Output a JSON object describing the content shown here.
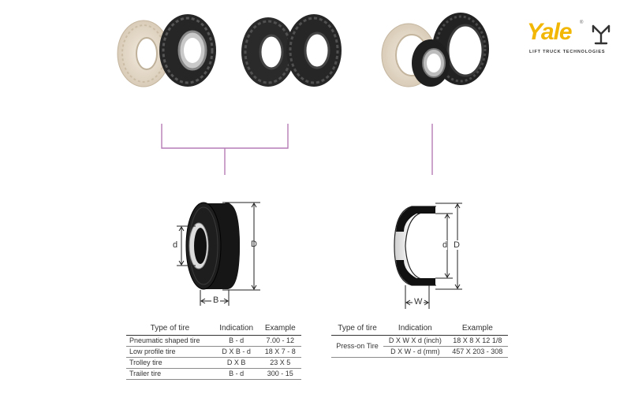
{
  "brand": {
    "name": "Yale",
    "registered": "®",
    "tagline": "LIFT TRUCK TECHNOLOGIES"
  },
  "diagram_left": {
    "dimension_labels": {
      "bore": "d",
      "diameter": "D",
      "width": "B"
    }
  },
  "diagram_right": {
    "dimension_labels": {
      "bore": "d",
      "diameter": "D",
      "width": "W"
    }
  },
  "table_left": {
    "headers": [
      "Type of tire",
      "Indication",
      "Example"
    ],
    "rows": [
      [
        "Pneumatic shaped tire",
        "B - d",
        "7.00 - 12"
      ],
      [
        "Low profile tire",
        "D X B - d",
        "18 X 7 - 8"
      ],
      [
        "Trolley tire",
        "D X B",
        "23 X 5"
      ],
      [
        "Trailer tire",
        "B - d",
        "300 - 15"
      ]
    ]
  },
  "table_right": {
    "headers": [
      "Type of tire",
      "Indication",
      "Example"
    ],
    "type": "Press-on Tire",
    "rows": [
      [
        "D X W X d (inch)",
        "18 X 8 X 12 1/8"
      ],
      [
        "D X W - d (mm)",
        "457 X 203 - 308"
      ]
    ]
  },
  "colors": {
    "connector": "#b57cb5",
    "brand_yellow": "#f2b705"
  }
}
